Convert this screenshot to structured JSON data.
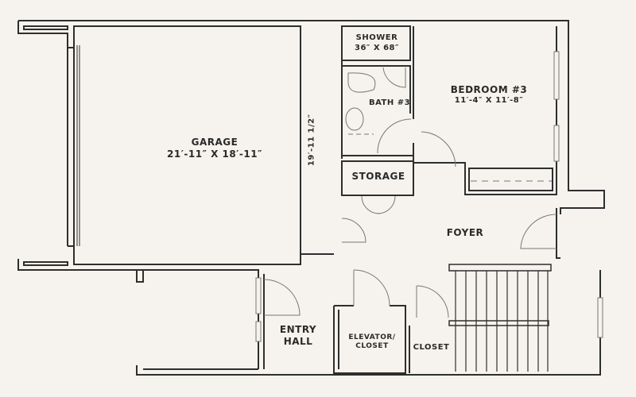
{
  "plan": {
    "background": "#f6f3ee",
    "wall_color": "#2e2e2e",
    "rooms": [
      {
        "id": "garage",
        "name": "GARAGE",
        "dims": "21′-11″ X 18′-11″"
      },
      {
        "id": "shower",
        "name": "SHOWER",
        "dims": "36″ X 68″"
      },
      {
        "id": "bath",
        "name": "BATH #3"
      },
      {
        "id": "bedroom",
        "name": "BEDROOM #3",
        "dims": "11′-4″ X 11′-8″"
      },
      {
        "id": "storage",
        "name": "STORAGE"
      },
      {
        "id": "foyer",
        "name": "FOYER"
      },
      {
        "id": "entry",
        "name": "ENTRY HALL"
      },
      {
        "id": "elevator",
        "name": "ELEVATOR/ CLOSET"
      },
      {
        "id": "closet",
        "name": "CLOSET"
      }
    ],
    "dimension_label": "19′-11 1/2″"
  }
}
